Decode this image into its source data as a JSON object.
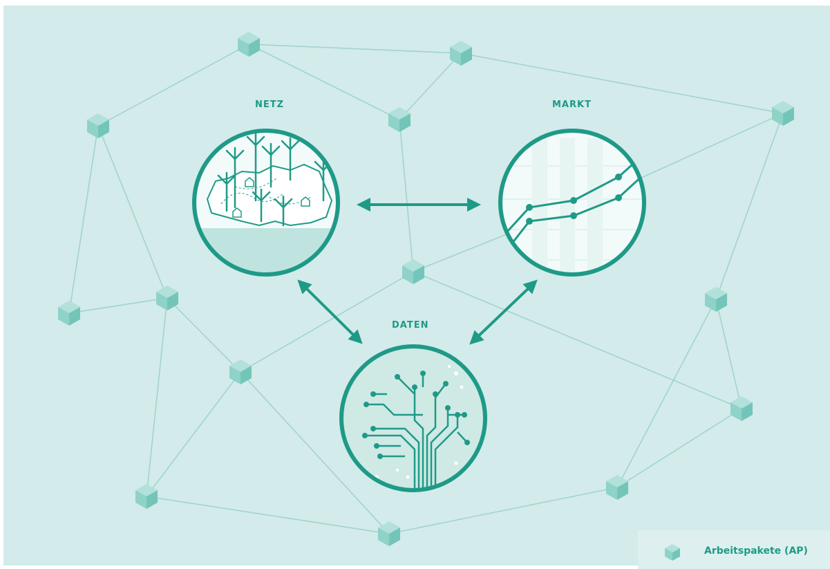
{
  "diagram": {
    "circles": [
      {
        "id": "netz",
        "label": "NETZ"
      },
      {
        "id": "markt",
        "label": "MARKT"
      },
      {
        "id": "daten",
        "label": "DATEN"
      }
    ]
  },
  "legend": {
    "label": "Arbeitspakete (AP)",
    "icon": "cube-icon"
  },
  "colors": {
    "background": "#d3ebea",
    "accent": "#1e9a87",
    "cube": "#8ed2c8",
    "network_line": "#9fd3cb"
  }
}
